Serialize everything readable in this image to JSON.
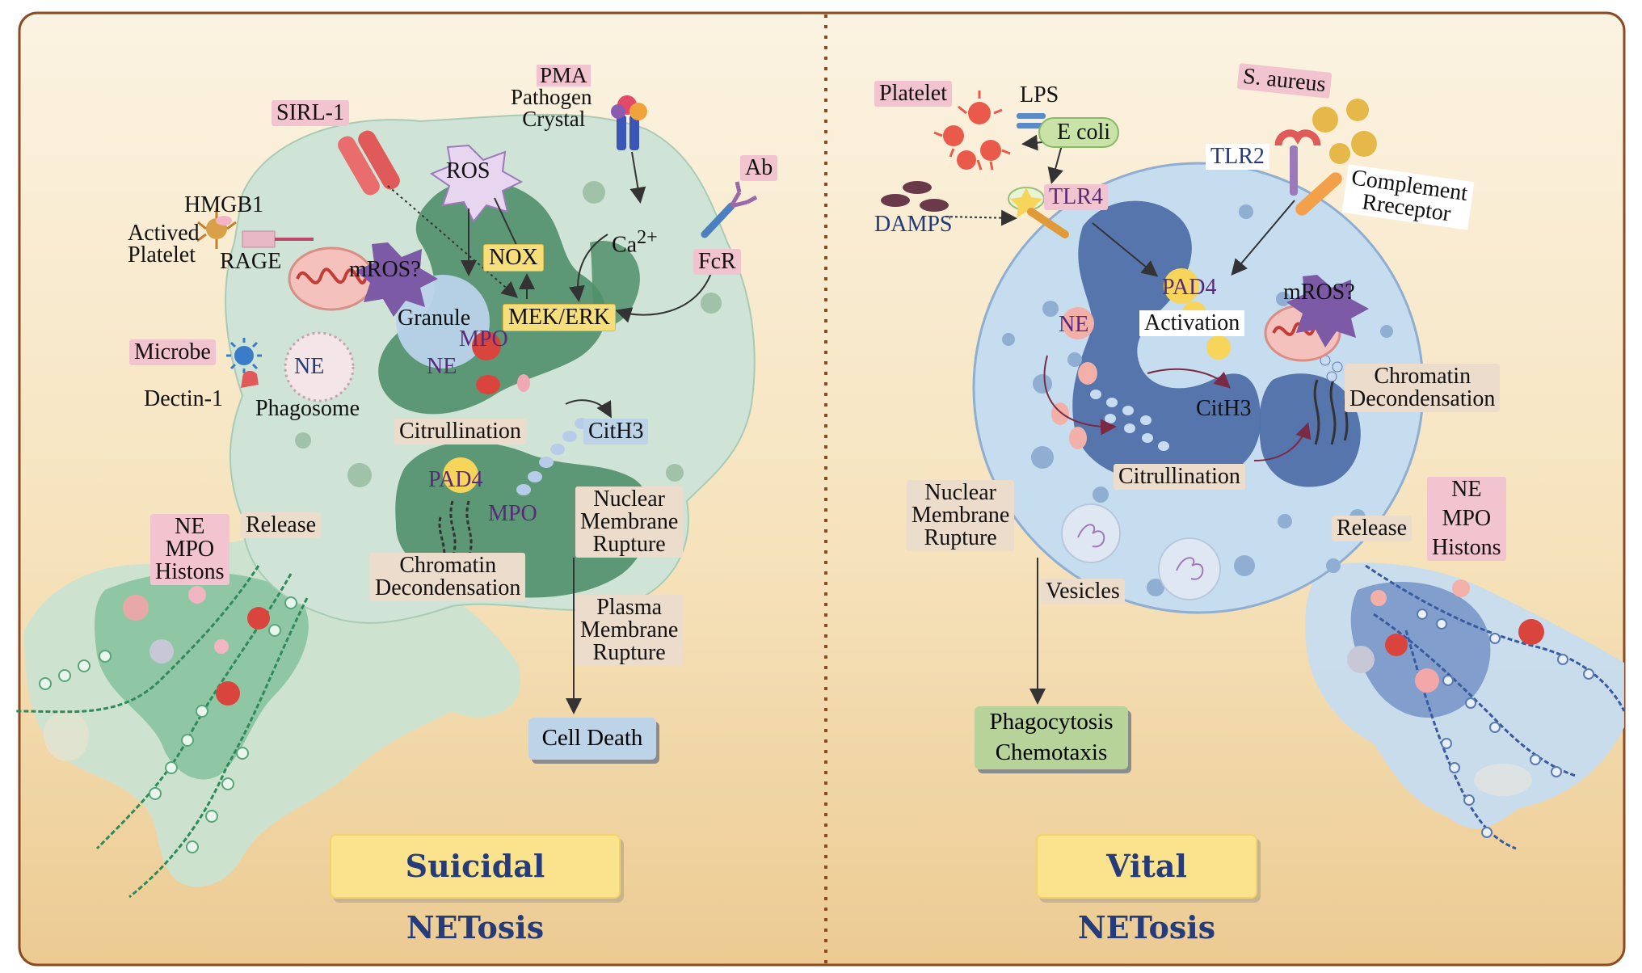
{
  "left_panel": {
    "title": "Suicidal NETosis",
    "labels": {
      "pma": "PMA",
      "pathogen": "Pathogen",
      "crystal": "Crystal",
      "sirl": "SIRL-1",
      "ros": "ROS",
      "hmgb1": "HMGB1",
      "actived": "Actived",
      "platelet": "Platelet",
      "rage": "RAGE",
      "mros": "mROS?",
      "nox": "NOX",
      "ca": "Ca",
      "ca_sup": "2+",
      "ab": "Ab",
      "fcr": "FcR",
      "granule": "Granule",
      "mek": "MEK/ERK",
      "mpo1": "MPO",
      "ne1": "NE",
      "microbe": "Microbe",
      "ne_phago": "NE",
      "dectin": "Dectin-1",
      "phagosome": "Phagosome",
      "citrullination": "Citrullination",
      "cith3": "CitH3",
      "pad4": "PAD4",
      "mpo2": "MPO",
      "nuclear_lines": [
        "Nuclear",
        "Membrane",
        "Rupture"
      ],
      "chromatin_lines": [
        "Chromatin",
        "Decondensation"
      ],
      "plasma_lines": [
        "Plasma",
        "Membrane",
        "Rupture"
      ],
      "release": "Release",
      "net_lines": [
        "NE",
        "MPO",
        "Histons"
      ],
      "cell_death": "Cell Death"
    }
  },
  "right_panel": {
    "title": "Vital NETosis",
    "labels": {
      "platelet": "Platelet",
      "lps": "LPS",
      "ecoli": "E coli",
      "saureus": "S. aureus",
      "tlr2": "TLR2",
      "complement_lines": [
        "Complement",
        "Rreceptor"
      ],
      "damps": "DAMPS",
      "tlr4": "TLR4",
      "pad4": "PAD4",
      "activation": "Activation",
      "mros": "mROS?",
      "ne": "NE",
      "chromatin_lines": [
        "Chromatin",
        "Decondensation"
      ],
      "cith3": "CitH3",
      "citrullination": "Citrullination",
      "nuclear_lines": [
        "Nuclear",
        "Membrane",
        "Rupture"
      ],
      "vesicles": "Vesicles",
      "release": "Release",
      "net_lines": [
        "NE",
        "MPO",
        "Histons"
      ],
      "phago_lines": [
        "Phagocytosis",
        "Chemotaxis"
      ]
    }
  },
  "colors": {
    "background_top": "#fbf3e1",
    "background_bottom": "#eccb92",
    "border": "#8b4a22",
    "left_cell": "#cfe4d6",
    "left_nucleus": "#4f8f6a",
    "right_cell": "#c6dcef",
    "right_nucleus": "#4f6fa8",
    "title_fill": "#fbe38d",
    "title_text": "#263c7a"
  }
}
